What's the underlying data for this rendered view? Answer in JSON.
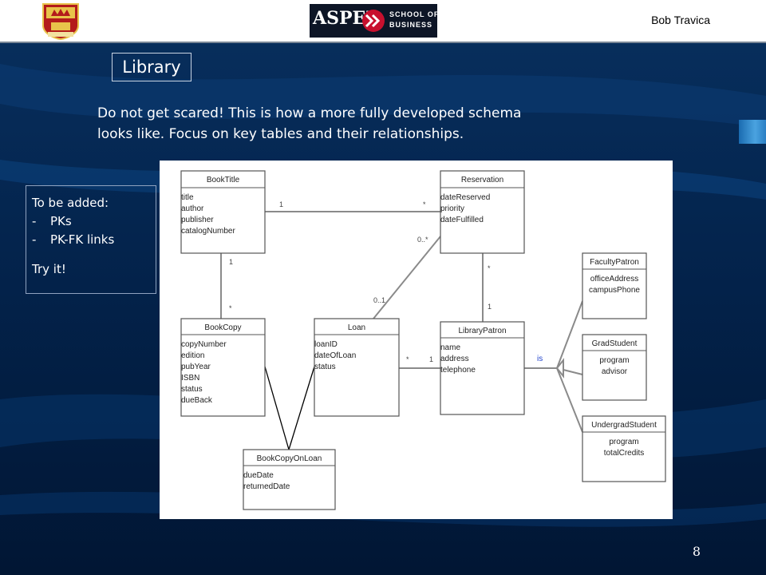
{
  "header": {
    "author": "Bob Travica",
    "logo_name": "ASPER",
    "logo_sub_1": "SCHOOL OF",
    "logo_sub_2": "BUSINESS"
  },
  "slide": {
    "title": "Library",
    "intro_lines": [
      "Do not get scared! This is how a more fully developed schema",
      "looks like. Focus on key tables and their relationships."
    ],
    "todo": {
      "heading": "To be added:",
      "items": [
        "PKs",
        "PK-FK links"
      ],
      "call_to_action": "Try it!"
    },
    "page_number": "8"
  },
  "colors": {
    "background": "#021a3c",
    "accent": "#4aa3e0",
    "panel_border": "#8fa2bf",
    "diagram_line": "#8a8a8a",
    "is_label": "#2244cc"
  },
  "diagram": {
    "classes": [
      {
        "id": "booktitle",
        "name": "BookTitle",
        "attributes": [
          "title",
          "author",
          "publisher",
          "catalogNumber"
        ]
      },
      {
        "id": "reservation",
        "name": "Reservation",
        "attributes": [
          "dateReserved",
          "priority",
          "dateFulfilled"
        ]
      },
      {
        "id": "facultypatron",
        "name": "FacultyPatron",
        "attributes": [
          "officeAddress",
          "campusPhone"
        ]
      },
      {
        "id": "bookcopy",
        "name": "BookCopy",
        "attributes": [
          "copyNumber",
          "edition",
          "pubYear",
          "ISBN",
          "status",
          "dueBack"
        ]
      },
      {
        "id": "loan",
        "name": "Loan",
        "attributes": [
          "loanID",
          "dateOfLoan",
          "status"
        ]
      },
      {
        "id": "librarypatron",
        "name": "LibraryPatron",
        "attributes": [
          "name",
          "address",
          "telephone"
        ]
      },
      {
        "id": "gradstudent",
        "name": "GradStudent",
        "attributes": [
          "program",
          "advisor"
        ]
      },
      {
        "id": "undergradstudent",
        "name": "UndergradStudent",
        "attributes": [
          "program",
          "totalCredits"
        ]
      },
      {
        "id": "bookcopyonloan",
        "name": "BookCopyOnLoan",
        "attributes": [
          "dueDate",
          "returnedDate"
        ]
      }
    ],
    "multiplicities": {
      "booktitle_reservation_left": "1",
      "booktitle_reservation_right": "*",
      "booktitle_bookcopy_top": "1",
      "booktitle_bookcopy_bottom": "*",
      "loan_reservation_top": "0..*",
      "loan_reservation_bottom": "0..1",
      "reservation_patron_top": "*",
      "reservation_patron_bottom": "1",
      "loan_patron_left": "*",
      "loan_patron_right": "1"
    },
    "generalization_label": "is"
  }
}
